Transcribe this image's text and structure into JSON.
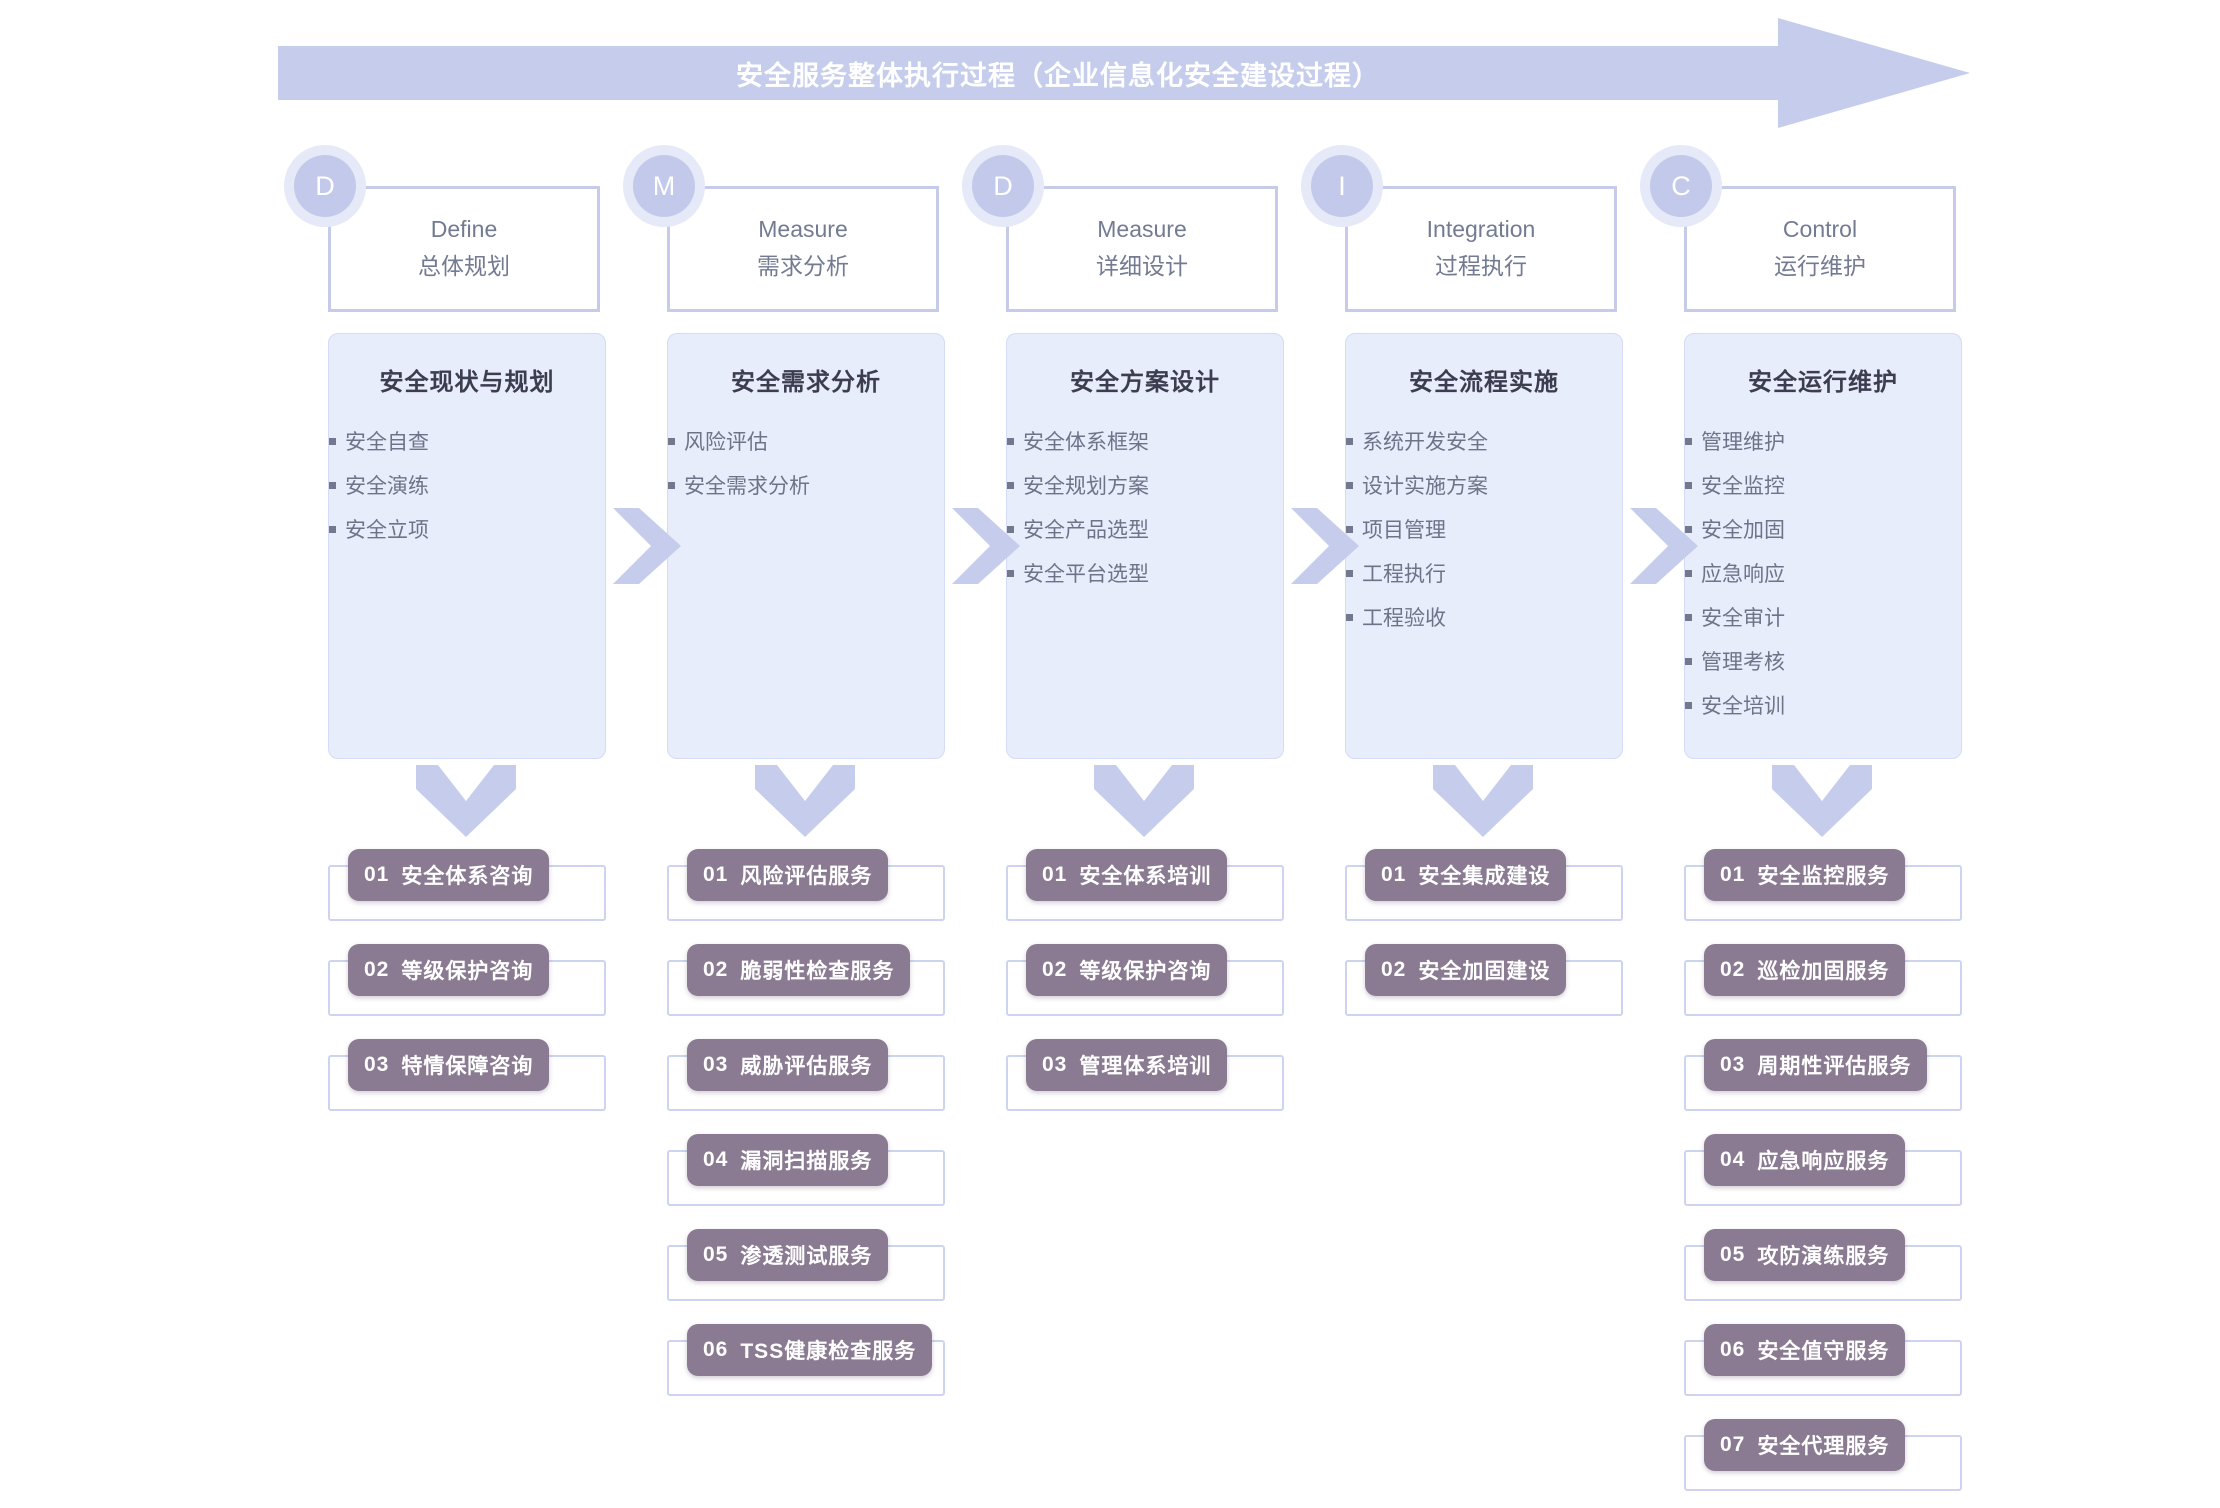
{
  "banner": {
    "title": "安全服务整体执行过程（企业信息化安全建设过程）",
    "color": "#c6cdec"
  },
  "colors": {
    "arrow": "#c6cdec",
    "panel_fill": "#e8edfc",
    "panel_border": "#d3dbf6",
    "badge_purple": "#8a7b92",
    "circle_inner": "#c3c9ea",
    "circle_ring": "#e5e9f8",
    "phase_border": "#c5cbe9",
    "frame_border": "#ccd4f0"
  },
  "columns": [
    {
      "letter": "D",
      "phase_en": "Define",
      "phase_cn": "总体规划",
      "panel_title": "安全现状与规划",
      "items": [
        "安全自查",
        "安全演练",
        "安全立项"
      ],
      "item_indent": 0,
      "services": [
        {
          "num": "01",
          "label": "安全体系咨询"
        },
        {
          "num": "02",
          "label": "等级保护咨询"
        },
        {
          "num": "03",
          "label": "特情保障咨询"
        }
      ]
    },
    {
      "letter": "M",
      "phase_en": "Measure",
      "phase_cn": "需求分析",
      "panel_title": "安全需求分析",
      "items": [
        "风险评估",
        "安全需求分析"
      ],
      "item_indent": 1,
      "services": [
        {
          "num": "01",
          "label": "风险评估服务"
        },
        {
          "num": "02",
          "label": "脆弱性检查服务"
        },
        {
          "num": "03",
          "label": "威胁评估服务"
        },
        {
          "num": "04",
          "label": "漏洞扫描服务"
        },
        {
          "num": "05",
          "label": "渗透测试服务"
        },
        {
          "num": "06",
          "label": "TSS健康检查服务"
        }
      ]
    },
    {
      "letter": "D",
      "phase_en": "Measure",
      "phase_cn": "详细设计",
      "panel_title": "安全方案设计",
      "items": [
        "安全体系框架",
        "安全规划方案",
        "安全产品选型",
        "安全平台选型"
      ],
      "item_indent": 2,
      "services": [
        {
          "num": "01",
          "label": "安全体系培训"
        },
        {
          "num": "02",
          "label": "等级保护咨询"
        },
        {
          "num": "03",
          "label": "管理体系培训"
        }
      ]
    },
    {
      "letter": "I",
      "phase_en": "Integration",
      "phase_cn": "过程执行",
      "panel_title": "安全流程实施",
      "items": [
        "系统开发安全",
        "设计实施方案",
        "项目管理",
        "工程执行",
        "工程验收"
      ],
      "item_indent": 2,
      "item_indent_from": 2,
      "services": [
        {
          "num": "01",
          "label": "安全集成建设"
        },
        {
          "num": "02",
          "label": "安全加固建设"
        }
      ]
    },
    {
      "letter": "C",
      "phase_en": "Control",
      "phase_cn": "运行维护",
      "panel_title": "安全运行维护",
      "items": [
        "管理维护",
        "安全监控",
        "安全加固",
        "应急响应",
        "安全审计",
        "管理考核",
        "安全培训"
      ],
      "item_indent": 0,
      "services": [
        {
          "num": "01",
          "label": "安全监控服务"
        },
        {
          "num": "02",
          "label": "巡检加固服务"
        },
        {
          "num": "03",
          "label": "周期性评估服务"
        },
        {
          "num": "04",
          "label": "应急响应服务"
        },
        {
          "num": "05",
          "label": "攻防演练服务"
        },
        {
          "num": "06",
          "label": "安全值守服务"
        },
        {
          "num": "07",
          "label": "安全代理服务"
        }
      ]
    }
  ]
}
